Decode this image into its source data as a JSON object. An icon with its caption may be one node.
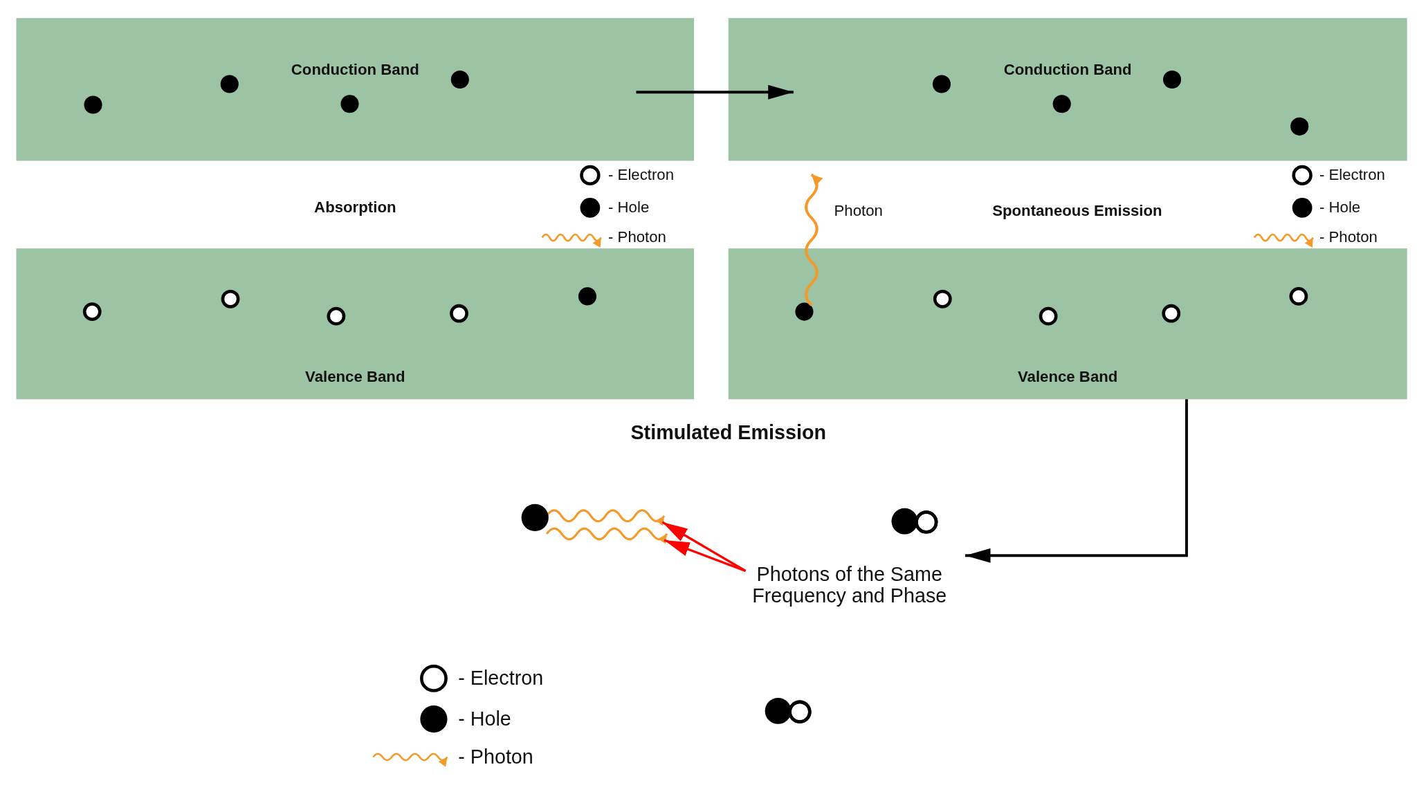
{
  "diagram": {
    "nodes": [
      {
        "text": [
          "Conduction Band"
        ]
      },
      {
        "text": [
          "Valence Band"
        ]
      },
      {
        "text": [
          "Conduction Band"
        ]
      },
      {
        "text": [
          "Valence Band"
        ]
      },
      {
        "text": [
          "Photons of the Same Frequency and Phase"
        ]
      }
    ],
    "edges": [
      {
        "from": 0,
        "to": 2,
        "arrow": "to"
      },
      {
        "from": 3,
        "to": 2,
        "arrow": "to",
        "color": "#f39a2b"
      },
      {
        "from": 3,
        "to": 4,
        "arrow": "to"
      },
      {
        "from": 4,
        "to": null,
        "arrow": "to",
        "color": "#ff0000"
      },
      {
        "from": 4,
        "to": null,
        "arrow": "to",
        "color": "#ff0000"
      }
    ],
    "labels": [
      "Absorption",
      "Photon",
      "Spontaneous Emission",
      "Stimulated Emission"
    ],
    "legend": [
      {
        "text": "- Electron"
      },
      {
        "text": "- Hole"
      },
      {
        "text": "- Photon"
      },
      {
        "text": "- Electron"
      },
      {
        "text": "- Hole"
      },
      {
        "text": "- Photon"
      },
      {
        "text": "- Electron"
      },
      {
        "text": "- Hole"
      },
      {
        "text": "- Photon"
      }
    ]
  }
}
